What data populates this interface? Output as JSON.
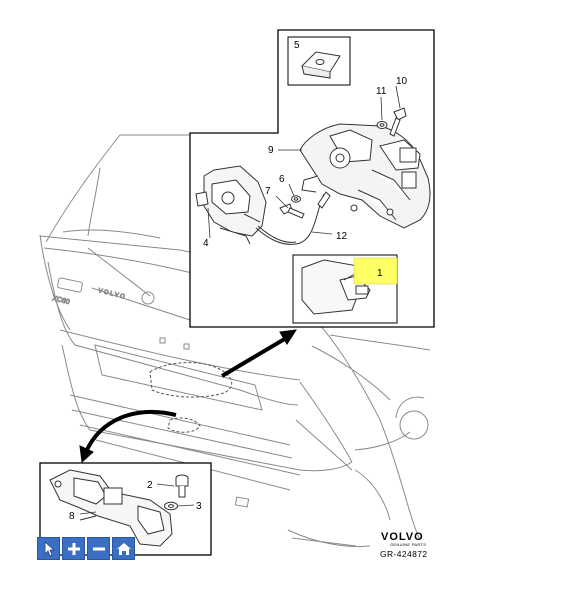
{
  "callouts": {
    "c1": "1",
    "c2": "2",
    "c3": "3",
    "c4": "4",
    "c5": "5",
    "c6": "6",
    "c7": "7",
    "c8": "8",
    "c9": "9",
    "c10": "10",
    "c11": "11",
    "c12": "12"
  },
  "highlighted_callout": "1",
  "brand": {
    "name": "VOLVO",
    "tagline": "GENUINE PARTS"
  },
  "illustration_ref": "GR-424872",
  "toolbar": {
    "tools": [
      "pointer-icon",
      "zoom-in-icon",
      "zoom-out-icon",
      "home-icon"
    ]
  },
  "colors": {
    "highlight": "#ffff66",
    "toolbar": "#3b6fc3"
  }
}
